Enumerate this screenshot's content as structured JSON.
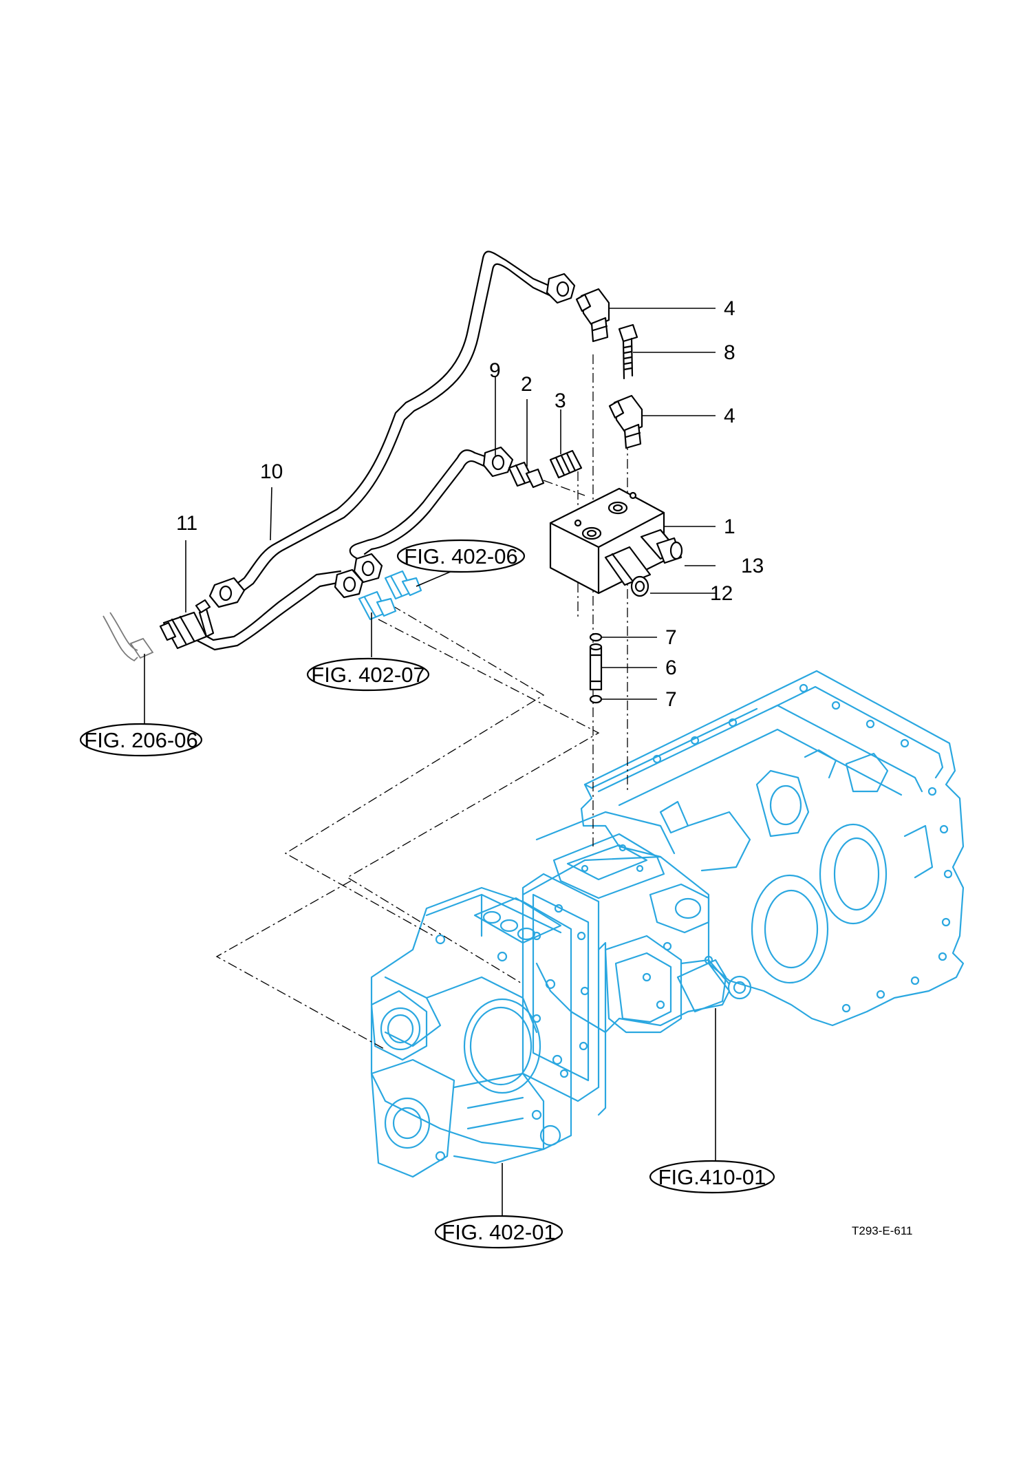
{
  "callouts": [
    {
      "id": "c4a",
      "label": "4"
    },
    {
      "id": "c8",
      "label": "8"
    },
    {
      "id": "c4b",
      "label": "4"
    },
    {
      "id": "c9",
      "label": "9"
    },
    {
      "id": "c2",
      "label": "2"
    },
    {
      "id": "c3",
      "label": "3"
    },
    {
      "id": "c1",
      "label": "1"
    },
    {
      "id": "c10",
      "label": "10"
    },
    {
      "id": "c11",
      "label": "11"
    },
    {
      "id": "c13",
      "label": "13"
    },
    {
      "id": "c12",
      "label": "12"
    },
    {
      "id": "c7a",
      "label": "7"
    },
    {
      "id": "c6",
      "label": "6"
    },
    {
      "id": "c7b",
      "label": "7"
    }
  ],
  "figure_refs": [
    {
      "id": "r40206",
      "label": "FIG. 402-06"
    },
    {
      "id": "r40207",
      "label": "FIG. 402-07"
    },
    {
      "id": "r20606",
      "label": "FIG. 206-06"
    },
    {
      "id": "r41001",
      "label": "FIG.410-01"
    },
    {
      "id": "r40201",
      "label": "FIG. 402-01"
    }
  ],
  "drawing_code": "T293-E-611",
  "colors": {
    "parts_ink": "#000000",
    "reference_assembly": "#2aa7e0",
    "background": "#ffffff"
  }
}
